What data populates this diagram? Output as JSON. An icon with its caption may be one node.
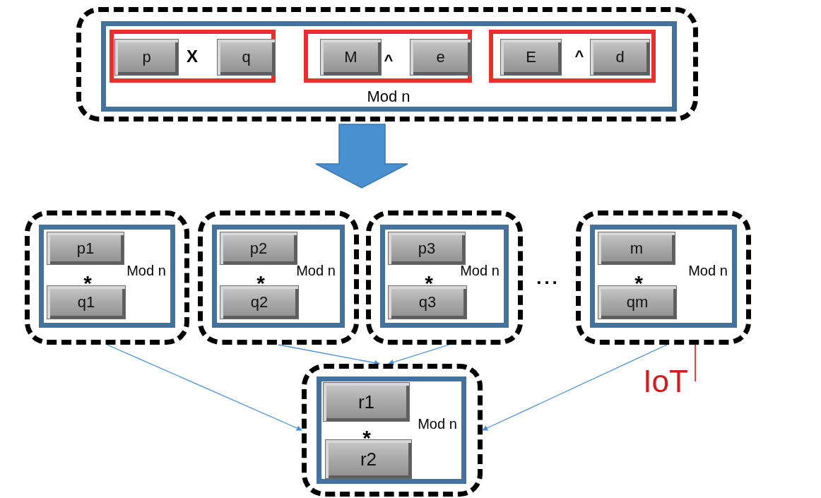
{
  "diagram": {
    "nodes": [
      {
        "text": [],
        "shape": "box"
      },
      {
        "text": [
          "Mod n"
        ],
        "in": 0
      },
      {
        "text": [
          "X"
        ],
        "in": 1
      },
      {
        "text": [
          "p"
        ],
        "in": 2
      },
      {
        "text": [
          "q"
        ],
        "in": 2
      },
      {
        "text": [
          "^"
        ],
        "in": 1
      },
      {
        "text": [
          "M"
        ],
        "in": 5
      },
      {
        "text": [
          "e"
        ],
        "in": 5
      },
      {
        "text": [
          "^"
        ],
        "in": 1
      },
      {
        "text": [
          "E"
        ],
        "in": 8
      },
      {
        "text": [
          "d"
        ],
        "in": 8
      },
      {
        "text": [],
        "shape": "box"
      },
      {
        "text": [
          "*",
          "Mod n"
        ],
        "in": 11
      },
      {
        "text": [
          "p1"
        ],
        "in": 12
      },
      {
        "text": [
          "q1"
        ],
        "in": 12
      },
      {
        "text": [],
        "shape": "box"
      },
      {
        "text": [
          "*",
          "Mod n"
        ],
        "in": 15
      },
      {
        "text": [
          "p2"
        ],
        "in": 16
      },
      {
        "text": [
          "q2"
        ],
        "in": 16
      },
      {
        "text": [],
        "shape": "box"
      },
      {
        "text": [
          "*",
          "Mod n"
        ],
        "in": 19
      },
      {
        "text": [
          "p3"
        ],
        "in": 20
      },
      {
        "text": [
          "q3"
        ],
        "in": 20
      },
      {
        "text": [],
        "shape": "box"
      },
      {
        "text": [
          "*",
          "Mod n"
        ],
        "in": 23
      },
      {
        "text": [
          "m"
        ],
        "in": 24
      },
      {
        "text": [
          "qm"
        ],
        "in": 24
      },
      {
        "text": [],
        "shape": "box"
      },
      {
        "text": [
          "*",
          "Mod n"
        ],
        "in": 27
      },
      {
        "text": [
          "r1"
        ],
        "in": 28
      },
      {
        "text": [
          "r2"
        ],
        "in": 28
      },
      {
        "text": [
          "IoT"
        ]
      }
    ],
    "edges": [
      {
        "from": 0,
        "to": null,
        "arrow": "to",
        "style": "thick"
      },
      {
        "from": 11,
        "to": 27,
        "arrow": "to"
      },
      {
        "from": 15,
        "to": 27,
        "arrow": "to"
      },
      {
        "from": 19,
        "to": 27,
        "arrow": "to"
      },
      {
        "from": 23,
        "to": 27,
        "arrow": "to"
      },
      {
        "from": 31,
        "to": 23,
        "arrow": "none",
        "color": "#cc1f1f"
      }
    ],
    "labels": [
      "..."
    ]
  }
}
